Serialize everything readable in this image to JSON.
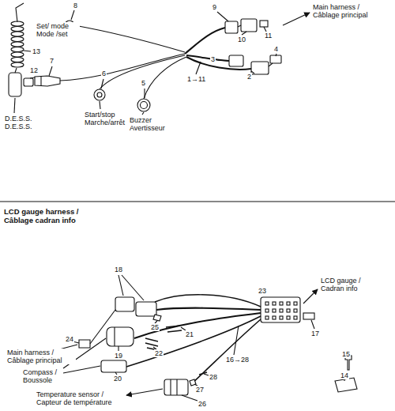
{
  "diagram": {
    "labels": [
      "9",
      "8",
      "Set/ mode Mode /set",
      "Main harness / Câblage principal",
      "13",
      "12",
      "7",
      "10",
      "11",
      "3",
      "4",
      "2",
      "6",
      "5",
      "D.E.S.S. D.E.S.S.",
      "Start/stop Marche/arrêt",
      "Buzzer Avertisseur",
      "1→11",
      "LCD gauge harness / Câblage cadran info",
      "18",
      "23",
      "LCD gauge / Cadran info",
      "17",
      "24",
      "25",
      "Main harness / Câblage principal",
      "19",
      "22",
      "21",
      "16→28",
      "15",
      "14",
      "Compass / Boussole",
      "20",
      "27",
      "28",
      "Temperature sensor / Capteur de température",
      "26"
    ]
  }
}
